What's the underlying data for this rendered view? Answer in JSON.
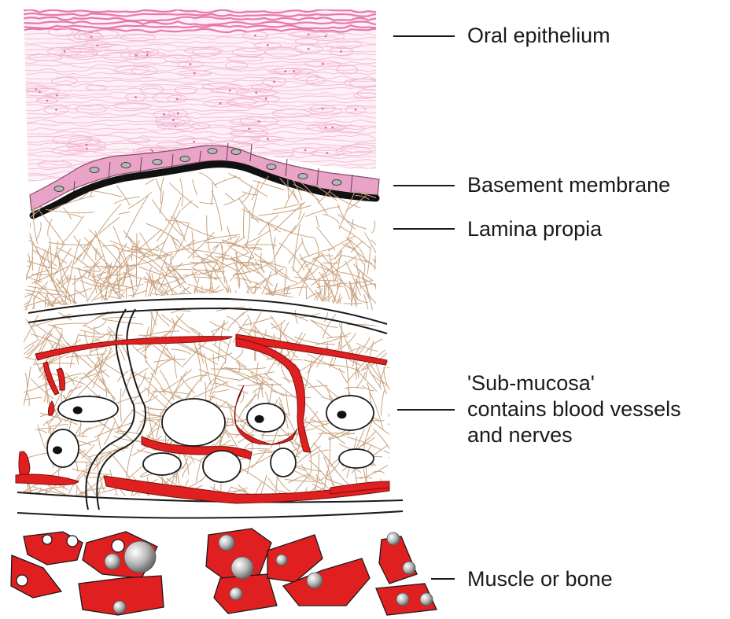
{
  "labels": {
    "oral_epithelium": "Oral epithelium",
    "basement_membrane": "Basement membrane",
    "lamina_propia": "Lamina propia",
    "sub_mucosa": {
      "line1": "'Sub-mucosa'",
      "line2": "contains blood vessels",
      "line3": "and nerves"
    },
    "muscle_or_bone": "Muscle or bone"
  },
  "colors": {
    "epithelium_pink": "#e46aa5",
    "epithelium_light": "#f3b6d4",
    "basal_cell_fill": "#e9a3c6",
    "basement_black": "#111111",
    "fibre_tan": "#c9a27f",
    "vessel_red": "#e02020",
    "bone_grey": "#b8b8b8",
    "leader_line": "#1a1a1a"
  }
}
